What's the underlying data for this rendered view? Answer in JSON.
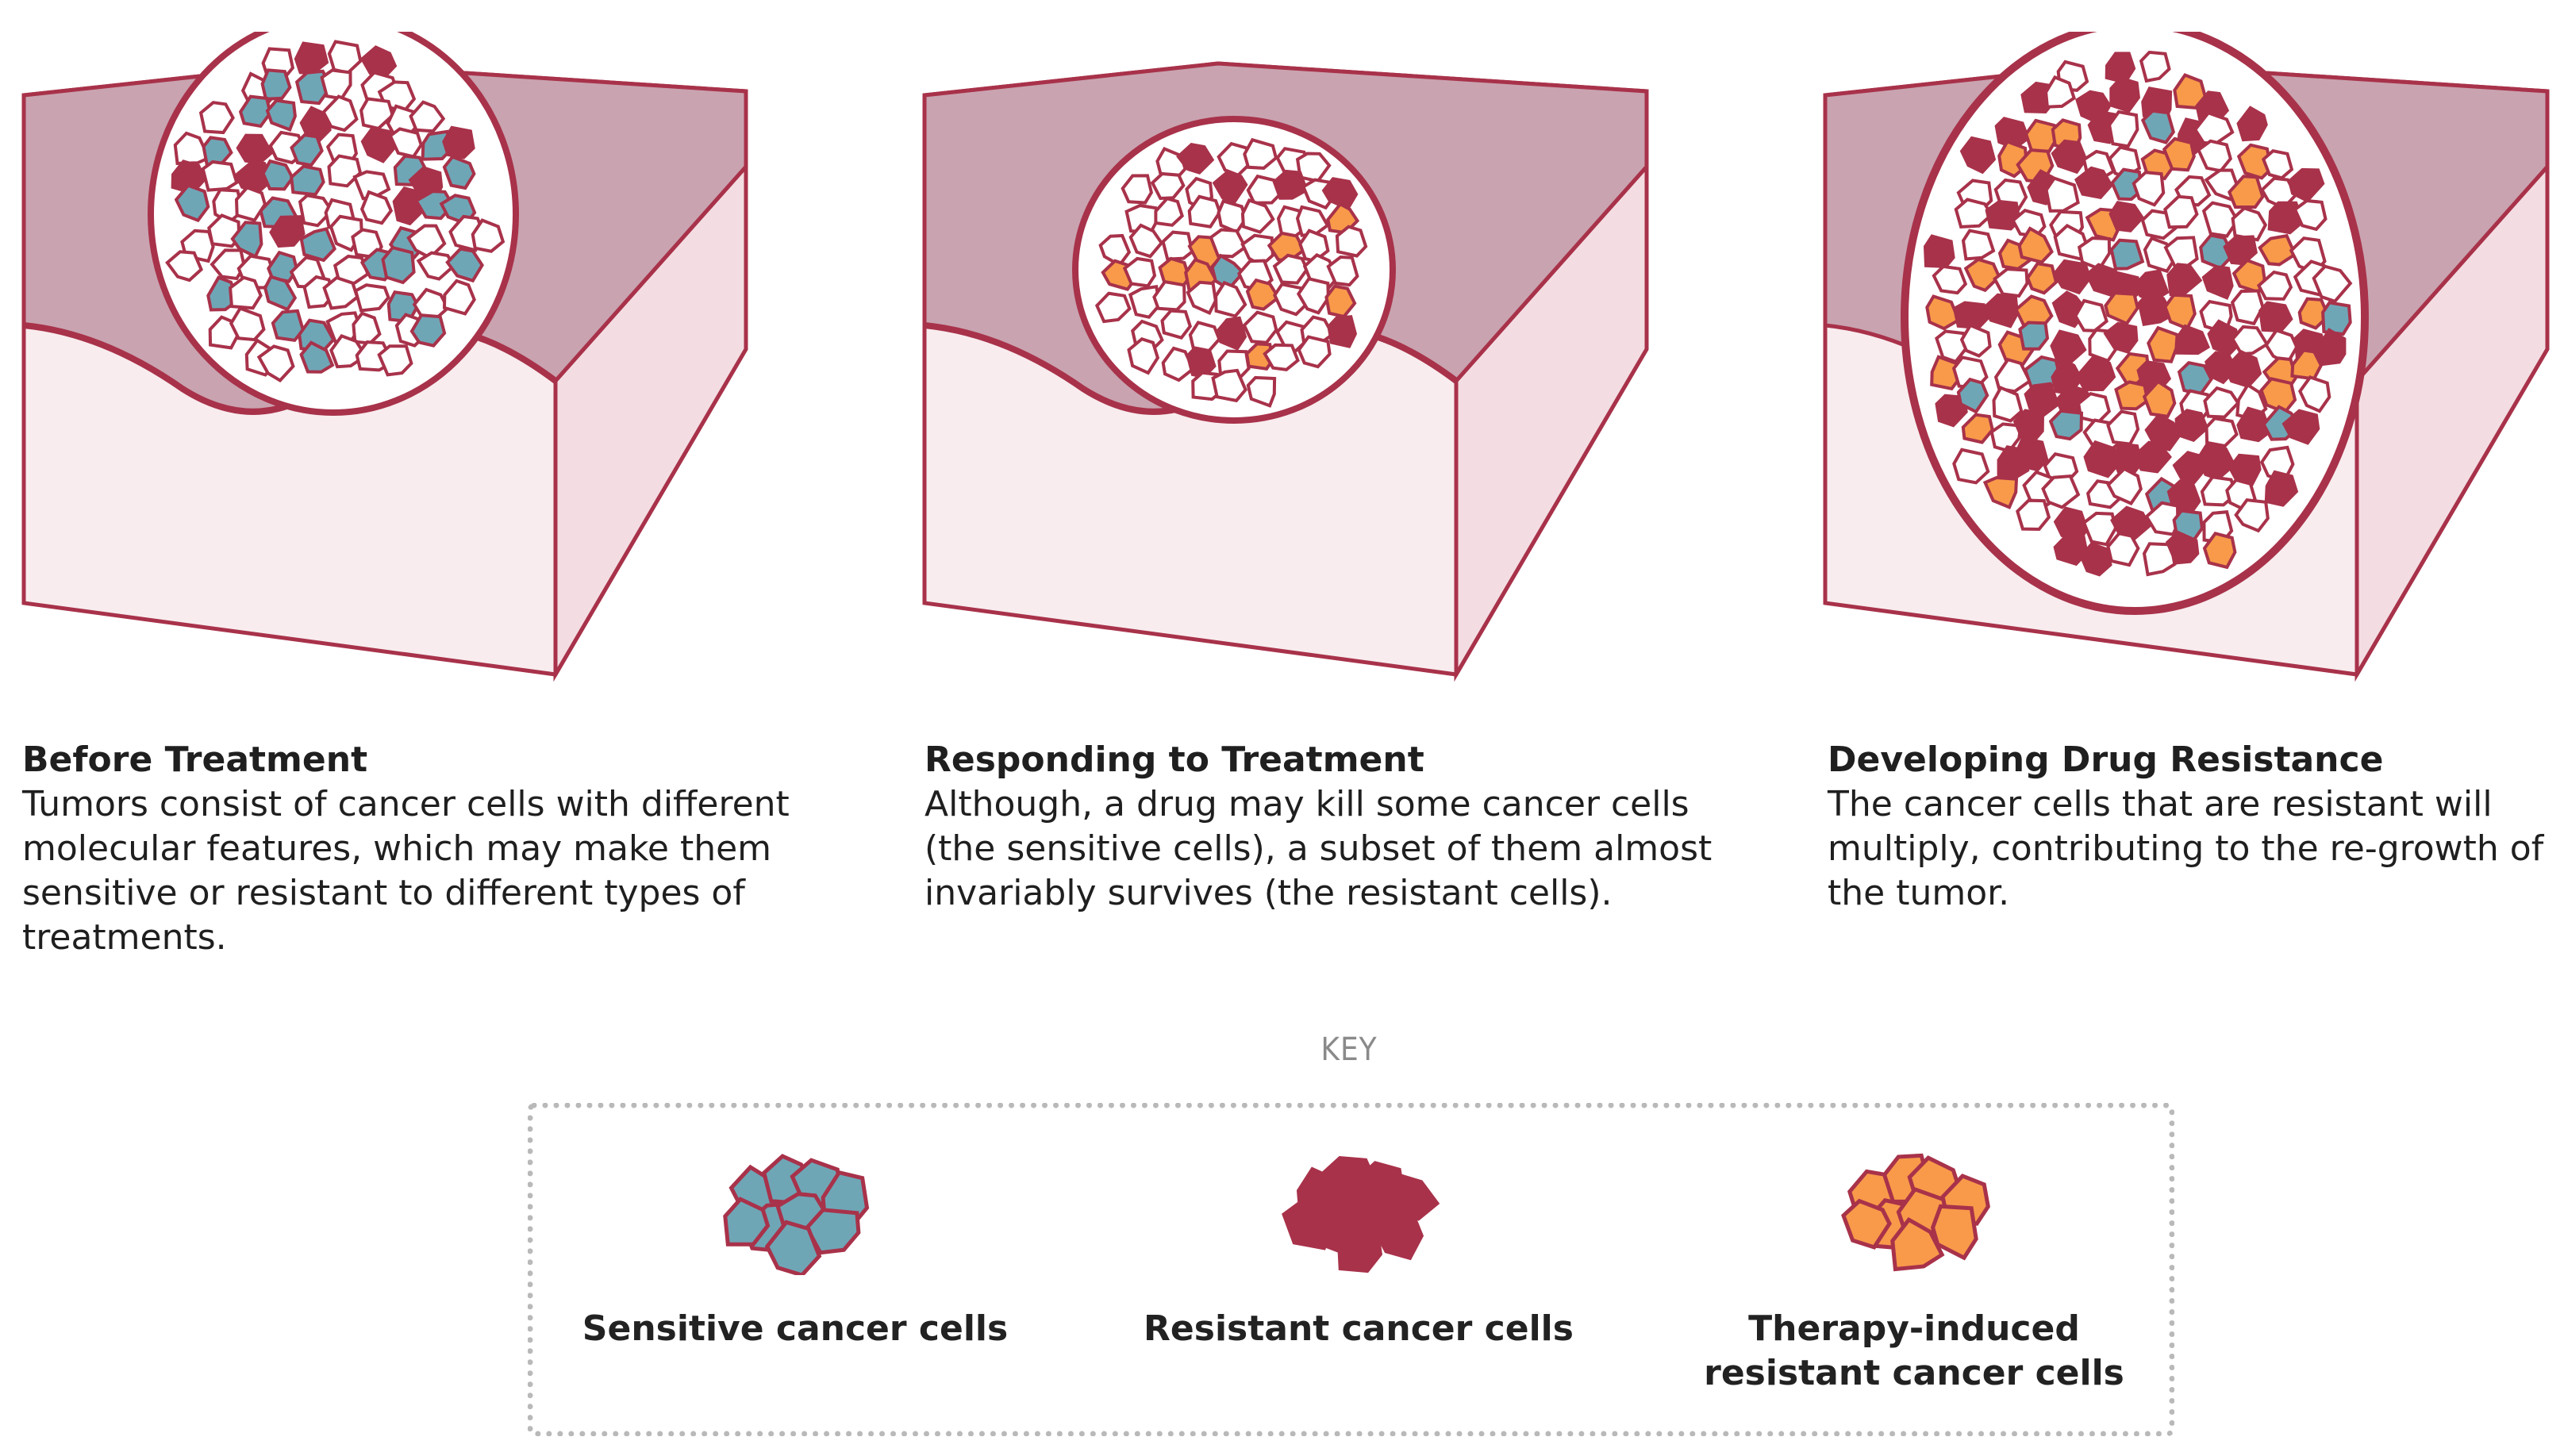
{
  "panels": [
    {
      "title": "Before Treatment",
      "text": "Tumors consist of cancer cells with different molecular features, which may make them sensitive or resistant to different types of treatments."
    },
    {
      "title": "Responding to Treatment",
      "text": "Although, a drug may kill some cancer cells (the sensitive cells), a subset of them almost invariably survives (the resistant cells)."
    },
    {
      "title": "Developing Drug Resistance",
      "text": "The cancer cells that are resistant will multiply, contributing to the re-growth of the tumor."
    }
  ],
  "key": {
    "label": "KEY",
    "items": [
      {
        "label": "Sensitive cancer cells",
        "color": "#6fa6b6"
      },
      {
        "label": "Resistant cancer cells",
        "color": "#a8324a"
      },
      {
        "label": "Therapy-induced resistant cancer cells",
        "color": "#f89a4a"
      }
    ]
  },
  "colors": {
    "outline": "#a8324a",
    "tissue_top": "#c9a3b0",
    "tissue_side": "#f8ecee",
    "cell_fill": "#ffffff"
  }
}
